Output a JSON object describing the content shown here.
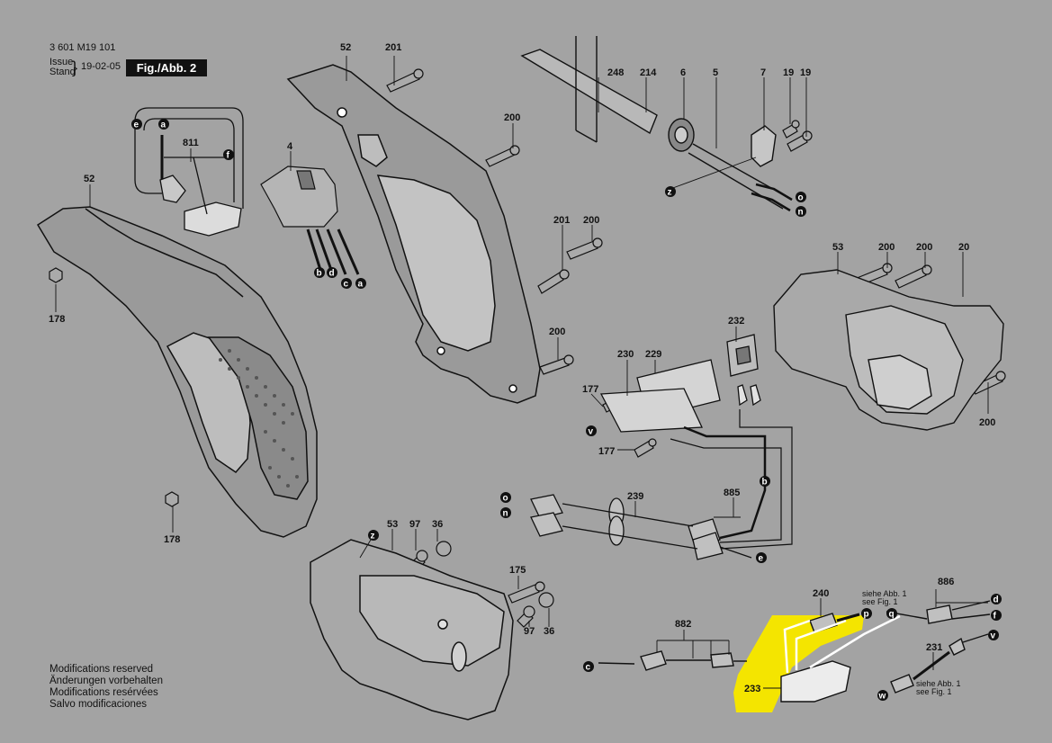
{
  "header": {
    "code": "3 601 M19 101",
    "issue_label": "Issue",
    "stand_label": "Stand",
    "date": "19-02-05",
    "fig_label": "Fig./Abb. 2"
  },
  "notes": [
    "Modifications reserved",
    "Änderungen vorbehalten",
    "Modifications resérvées",
    "Salvo modificaciones"
  ],
  "part_numbers": {
    "p52a": "52",
    "p201a": "201",
    "p248": "248",
    "p214": "214",
    "p6": "6",
    "p5": "5",
    "p7": "7",
    "p19a": "19",
    "p19b": "19",
    "p200a": "200",
    "p811": "811",
    "p4": "4",
    "p52b": "52",
    "p178a": "178",
    "p201b": "201",
    "p200b": "200",
    "p53a": "53",
    "p200c": "200",
    "p200d": "200",
    "p20": "20",
    "p232": "232",
    "p200e": "200",
    "p230": "230",
    "p229": "229",
    "p177a": "177",
    "p177b": "177",
    "p200f": "200",
    "p239": "239",
    "p885": "885",
    "p178b": "178",
    "p53b": "53",
    "p97a": "97",
    "p36a": "36",
    "p175": "175",
    "p97b": "97",
    "p36b": "36",
    "p240": "240",
    "p886": "886",
    "p231": "231",
    "p882": "882",
    "p233": "233"
  },
  "letters": {
    "e": "e",
    "a": "a",
    "f": "f",
    "b": "b",
    "d": "d",
    "c": "c",
    "z": "z",
    "o": "o",
    "n": "n",
    "v": "v",
    "p": "p",
    "q": "q",
    "w": "w"
  },
  "refs": {
    "siehe1": "siehe Abb. 1",
    "see1": "see Fig. 1",
    "siehe2": "siehe Abb. 1",
    "see2": "see Fig. 1"
  },
  "colors": {
    "background": "#a3a3a3",
    "highlight": "#f4e500",
    "line": "#111111"
  }
}
